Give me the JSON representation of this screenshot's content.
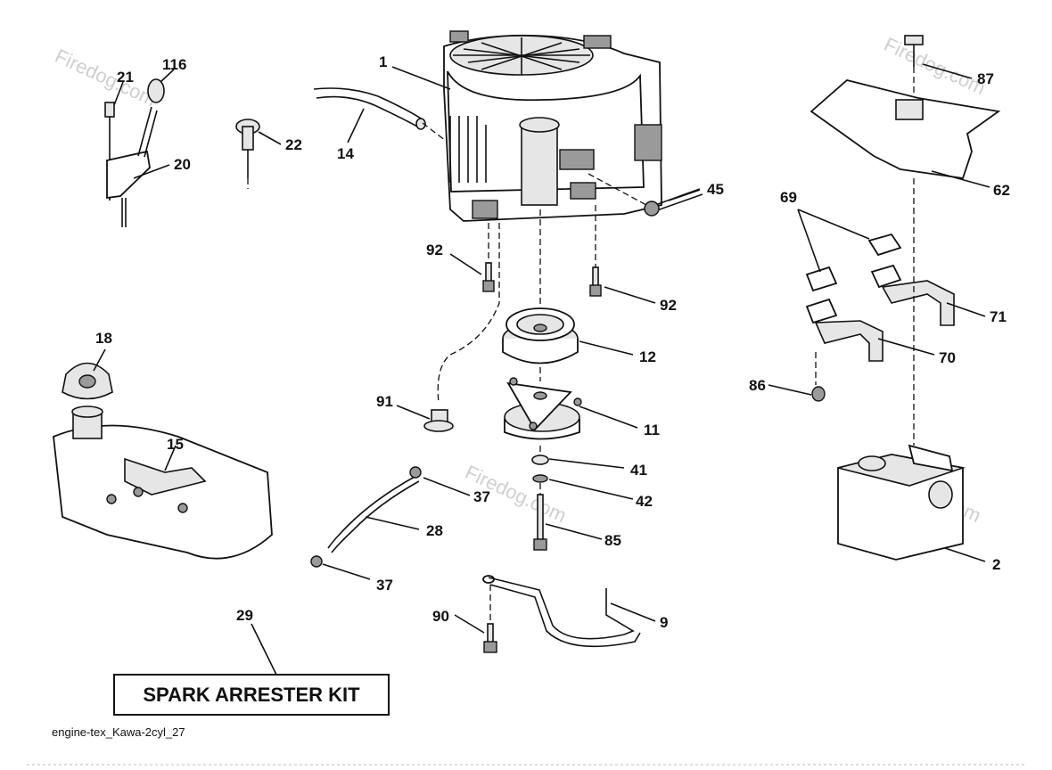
{
  "watermark": "Firedog.com",
  "callouts": {
    "c1": "1",
    "c116": "116",
    "c21": "21",
    "c20": "20",
    "c22": "22",
    "c14": "14",
    "c87": "87",
    "c62": "62",
    "c45": "45",
    "c69": "69",
    "c92a": "92",
    "c92b": "92",
    "c71": "71",
    "c70": "70",
    "c18": "18",
    "c12": "12",
    "c91": "91",
    "c86": "86",
    "c11": "11",
    "c15": "15",
    "c41": "41",
    "c37a": "37",
    "c42": "42",
    "c28": "28",
    "c85": "85",
    "c2": "2",
    "c37b": "37",
    "c29": "29",
    "c90": "90",
    "c9": "9"
  },
  "kit_label": "SPARK ARRESTER KIT",
  "file_name": "engine-tex_Kawa-2cyl_27"
}
